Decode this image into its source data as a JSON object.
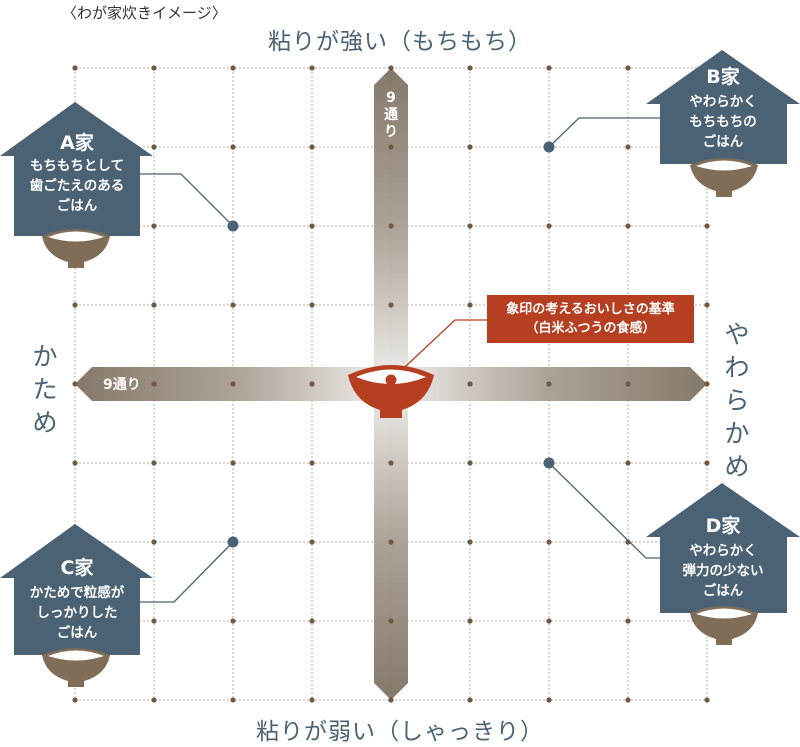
{
  "caption": "〈わが家炊きイメージ〉",
  "axes": {
    "top": "粘りが強い（もちもち）",
    "bottom": "粘りが弱い（しゃっきり）",
    "left": [
      "か",
      "た",
      "め"
    ],
    "right": [
      "や",
      "わ",
      "ら",
      "か",
      "め"
    ]
  },
  "bars": {
    "horizontal_label": "9通り",
    "vertical_label": [
      "9",
      "通",
      "り"
    ]
  },
  "center": {
    "callout_line1": "象印の考えるおいしさの基準",
    "callout_line2": "（白米ふつうの食感）"
  },
  "houses": [
    {
      "id": "A",
      "title": "A家",
      "desc": [
        "もちもちとして",
        "歯ごたえのある",
        "ごはん"
      ]
    },
    {
      "id": "B",
      "title": "B家",
      "desc": [
        "やわらかく",
        "もちもちの",
        "ごはん"
      ]
    },
    {
      "id": "C",
      "title": "C家",
      "desc": [
        "かためで粒感が",
        "しっかりした",
        "ごはん"
      ]
    },
    {
      "id": "D",
      "title": "D家",
      "desc": [
        "やわらかく",
        "弾力の少ない",
        "ごはん"
      ]
    }
  ],
  "colors": {
    "house": "#4a6274",
    "bowl": "#7f6d58",
    "accent": "#b63f22",
    "grid": "#b9aea3",
    "grid_dot": "#6e5a45",
    "axis_text": "#4a6274"
  },
  "chart_data": {
    "type": "scatter",
    "title": "〈わが家炊きイメージ〉",
    "xlabel_left": "かため",
    "xlabel_right": "やわらかめ",
    "ylabel_top": "粘りが強い（もちもち）",
    "ylabel_bottom": "粘りが弱い（しゃっきり）",
    "grid": "9x9",
    "x_range": [
      -4,
      4
    ],
    "y_range": [
      -4,
      4
    ],
    "points": [
      {
        "label": "A家",
        "x": -2,
        "y": 2,
        "desc": "もちもちとして歯ごたえのあるごはん"
      },
      {
        "label": "B家",
        "x": 2,
        "y": 3,
        "desc": "やわらかくもちもちのごはん"
      },
      {
        "label": "C家",
        "x": -2,
        "y": -2,
        "desc": "かためで粒感がしっかりしたごはん"
      },
      {
        "label": "D家",
        "x": 2,
        "y": -1,
        "desc": "やわらかく弾力の少ないごはん"
      },
      {
        "label": "象印の考えるおいしさの基準（白米ふつうの食感）",
        "x": 0,
        "y": 0
      }
    ],
    "annotations": [
      "9通り (horizontal)",
      "9通り (vertical)"
    ]
  }
}
